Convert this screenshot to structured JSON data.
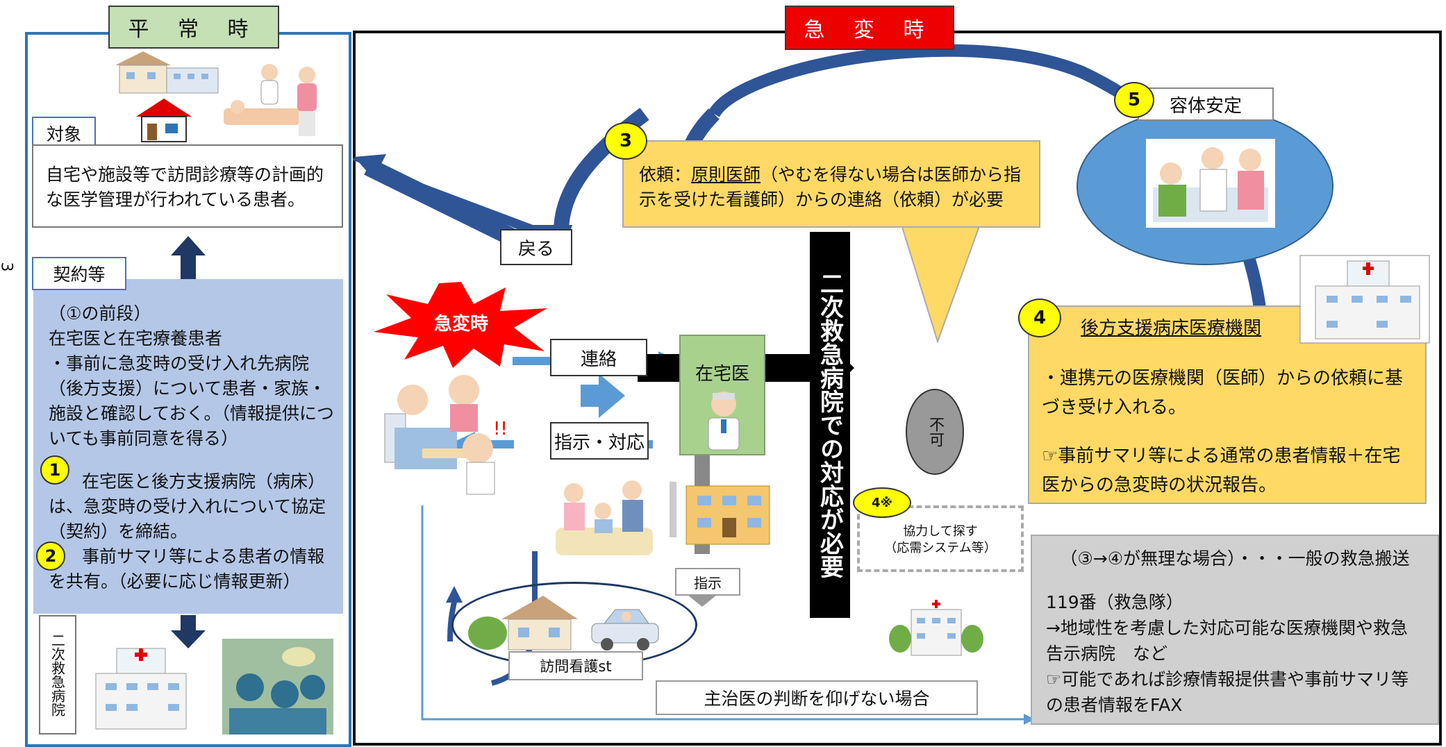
{
  "page_number": "3",
  "normal": {
    "title": "平 常 時",
    "target_label": "対象",
    "target_text": "自宅や施設等で訪問診療等の計画的な医学管理が行われている患者。",
    "contract_label": "契約等",
    "contract_lines": [
      "（①の前段）",
      "在宅医と在宅療養患者",
      "・事前に急変時の受け入れ先病院（後方支援）について患者・家族・施設と確認しておく。（情報提供についても事前同意を得る）"
    ],
    "step1_num": "1",
    "step1_text": "在宅医と後方支援病院（病床）は、急変時の受け入れについて協定（契約）を締結。",
    "step2_num": "2",
    "step2_text": "事前サマリ等による患者の情報を共有。（必要に応じ情報更新）",
    "hospital_label": "二次救急病院"
  },
  "emergency": {
    "title": "急 変 時",
    "burst_label": "急変時",
    "return_label": "戻る",
    "contact_label": "連絡",
    "instruct_label": "指示・対応",
    "home_doctor_label": "在宅医",
    "nurse_station_label": "訪問看護st",
    "instruction_label": "指示",
    "secondary_label": "二次救急病院での対応が必要",
    "request_label": "依頼",
    "impossible_label": "不可",
    "step3_num": "3",
    "step3_text_prefix": "依頼：",
    "step3_text_underline": "原則医師",
    "step3_text_rest": "（やむを得ない場合は医師から指示を受けた看護師）からの連絡（依頼）が必要",
    "step4_num": "4",
    "step4_title": "後方支援病床医療機関",
    "step4_lines": [
      "・連携元の医療機関（医師）からの依頼に基づき受け入れる。",
      "☞事前サマリ等による通常の患者情報＋在宅医からの急変時の状況報告。"
    ],
    "step4b_num": "4※",
    "search_lines": [
      "協力して探す",
      "（応需システム等）"
    ],
    "step5_num": "5",
    "step5_label": "容体安定",
    "no_judgment_label": "主治医の判断を仰げない場合",
    "general_lines": [
      "（③→④が無理な場合）・・・一般の救急搬送",
      "",
      "119番（救急隊）",
      "→地域性を考慮した対応可能な医療機関や救急告示病院　など",
      "☞可能であれば診療情報提供書や事前サマリ等の患者情報をFAX"
    ]
  },
  "colors": {
    "green_title": "#c5e0b4",
    "red_title": "#ee0000",
    "blue_frame": "#2e75b6",
    "contract_bg": "#b4c7e7",
    "yellow_box": "#ffd966",
    "gray_box": "#d0d0d0",
    "arrow_blue": "#2f5597",
    "circle_yellow": "#ffff00"
  }
}
